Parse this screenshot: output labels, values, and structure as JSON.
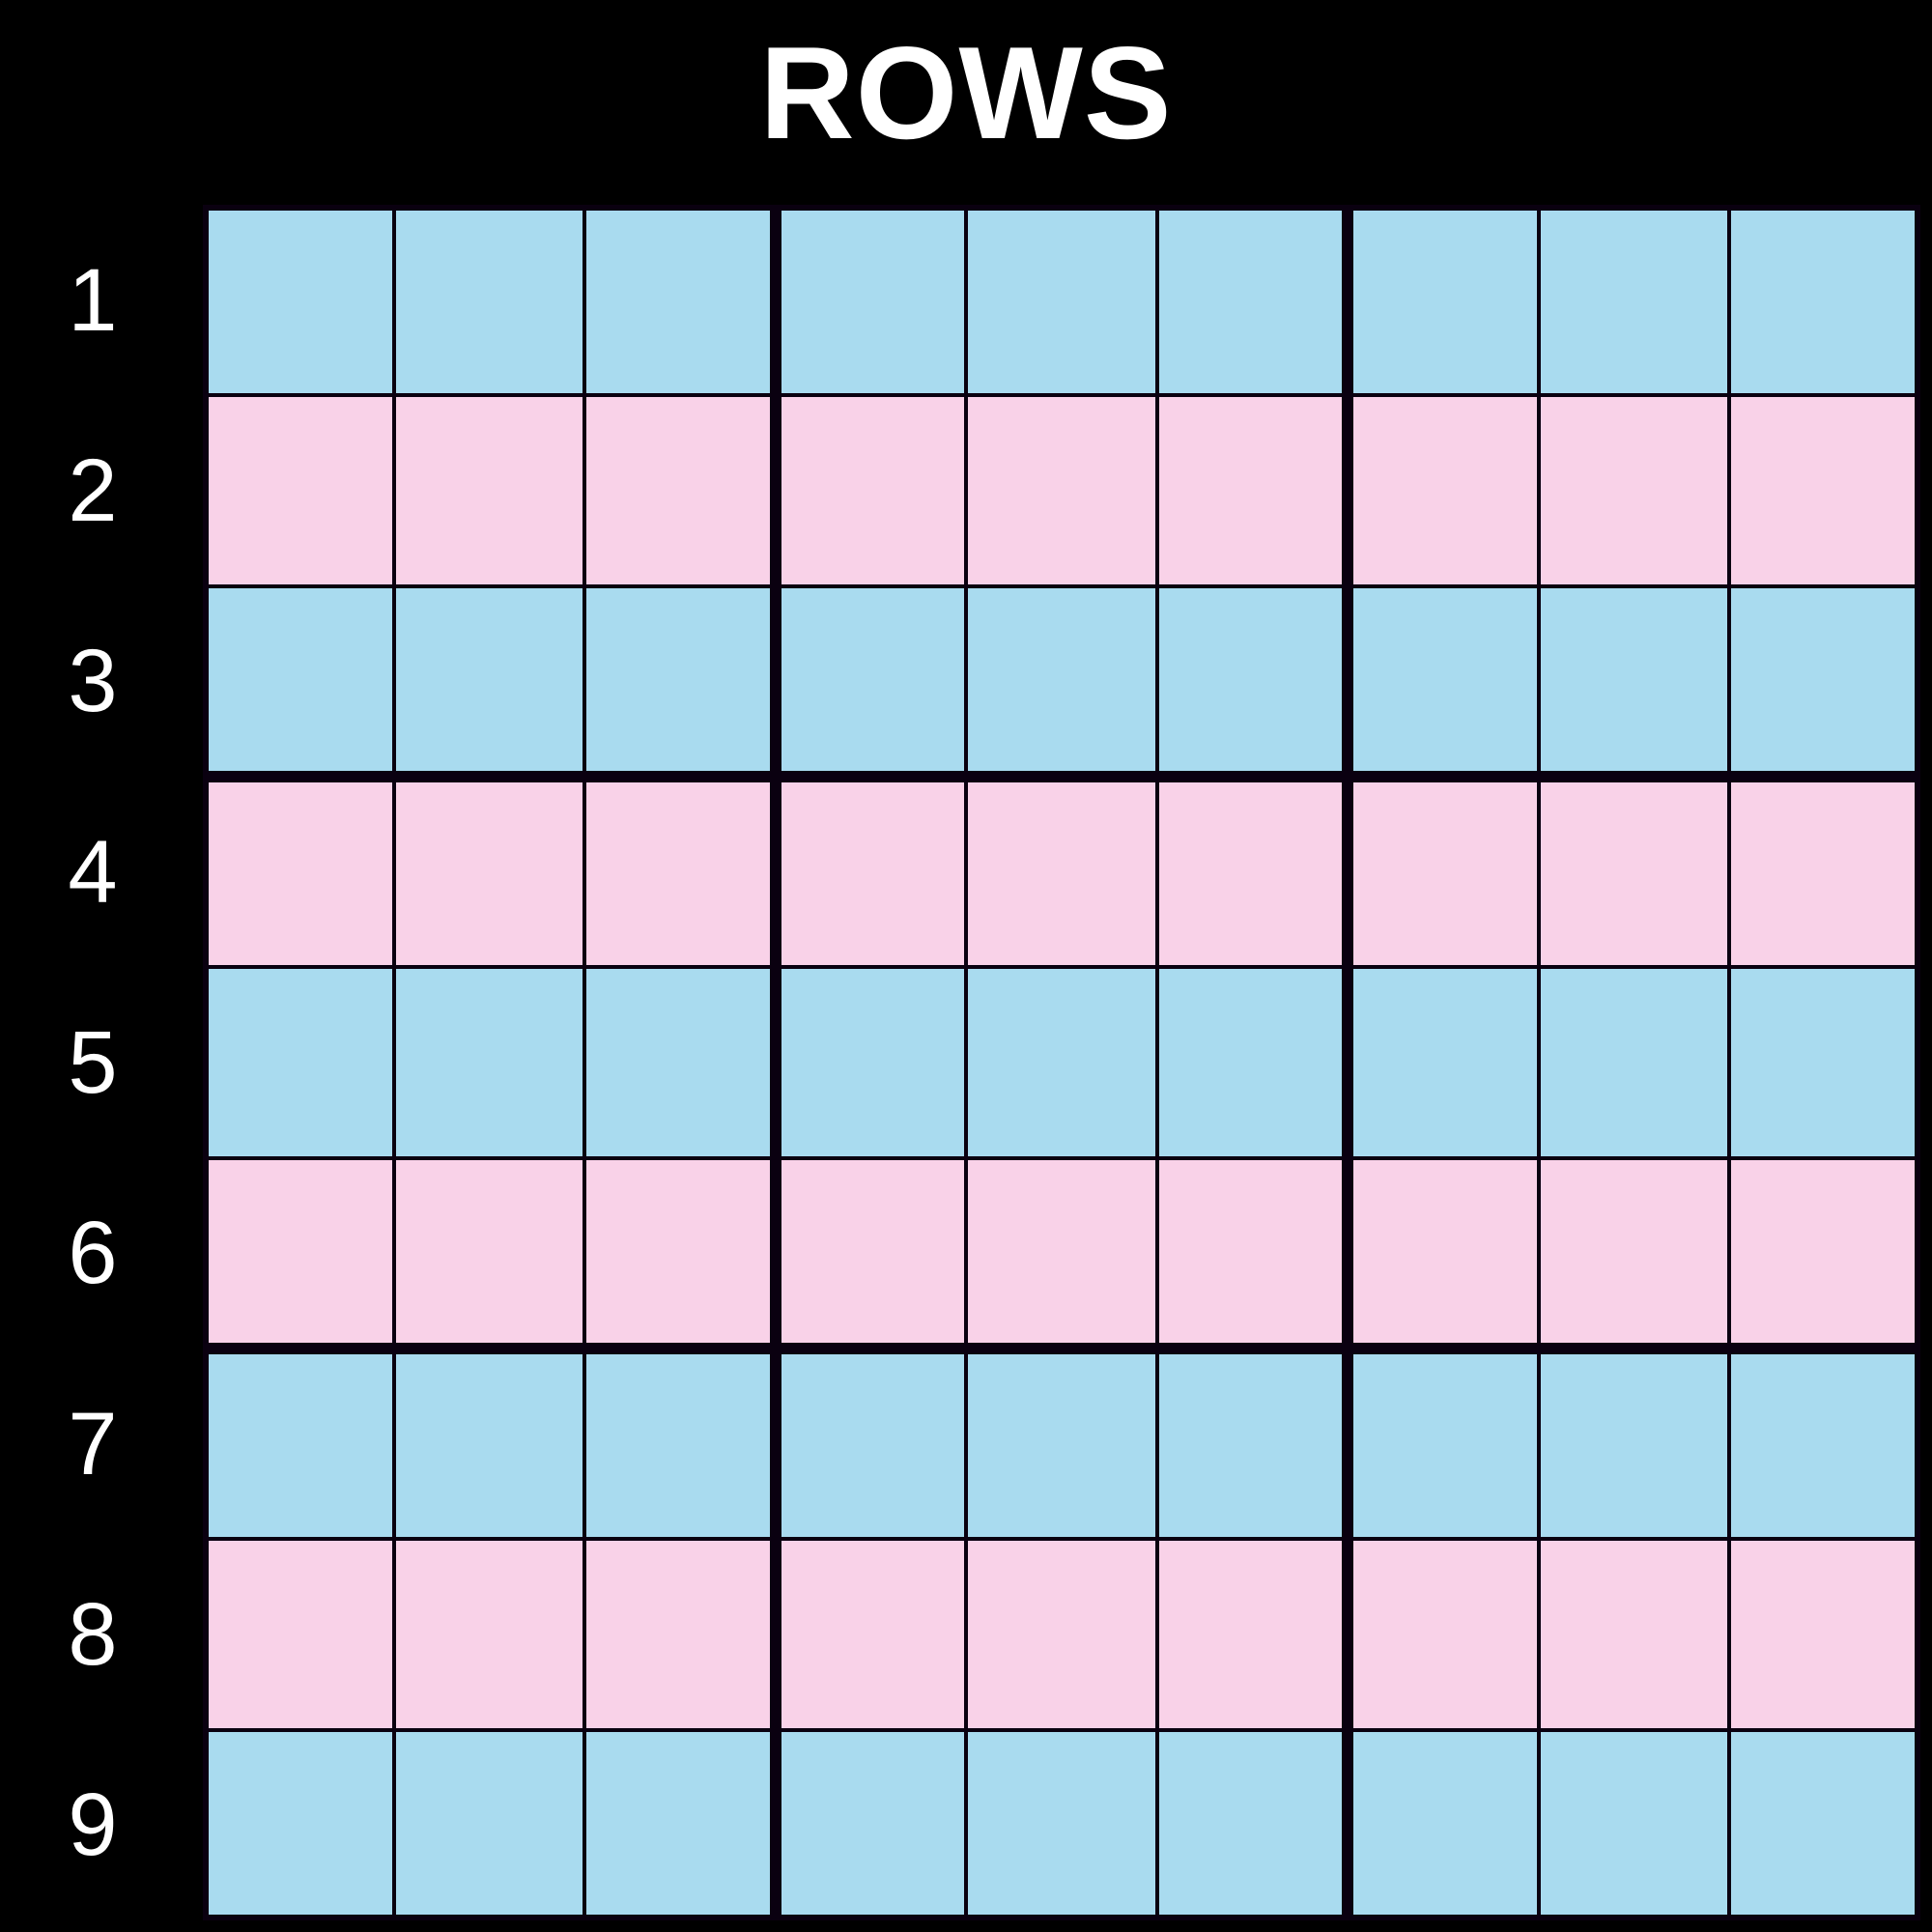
{
  "title": "ROWS",
  "grid": {
    "rows": 9,
    "cols": 9,
    "box_size": 3,
    "row_labels": [
      "1",
      "2",
      "3",
      "4",
      "5",
      "6",
      "7",
      "8",
      "9"
    ],
    "row_colors": [
      "blue",
      "pink",
      "blue",
      "pink",
      "blue",
      "pink",
      "blue",
      "pink",
      "blue"
    ],
    "palette": {
      "background": "#000000",
      "blue": "#a9dbef",
      "pink": "#f9d2e8",
      "gridline": "#0a0010",
      "label_text": "#ffffff",
      "title_text": "#ffffff"
    }
  },
  "chart_data": {
    "type": "heatmap",
    "title": "ROWS",
    "xlabel": "",
    "ylabel": "",
    "categories": [
      "1",
      "2",
      "3",
      "4",
      "5",
      "6",
      "7",
      "8",
      "9"
    ],
    "legend": [
      "blue",
      "pink"
    ],
    "grid": true,
    "values": [
      [
        "blue",
        "blue",
        "blue",
        "blue",
        "blue",
        "blue",
        "blue",
        "blue",
        "blue"
      ],
      [
        "pink",
        "pink",
        "pink",
        "pink",
        "pink",
        "pink",
        "pink",
        "pink",
        "pink"
      ],
      [
        "blue",
        "blue",
        "blue",
        "blue",
        "blue",
        "blue",
        "blue",
        "blue",
        "blue"
      ],
      [
        "pink",
        "pink",
        "pink",
        "pink",
        "pink",
        "pink",
        "pink",
        "pink",
        "pink"
      ],
      [
        "blue",
        "blue",
        "blue",
        "blue",
        "blue",
        "blue",
        "blue",
        "blue",
        "blue"
      ],
      [
        "pink",
        "pink",
        "pink",
        "pink",
        "pink",
        "pink",
        "pink",
        "pink",
        "pink"
      ],
      [
        "blue",
        "blue",
        "blue",
        "blue",
        "blue",
        "blue",
        "blue",
        "blue",
        "blue"
      ],
      [
        "pink",
        "pink",
        "pink",
        "pink",
        "pink",
        "pink",
        "pink",
        "pink",
        "pink"
      ],
      [
        "blue",
        "blue",
        "blue",
        "blue",
        "blue",
        "blue",
        "blue",
        "blue",
        "blue"
      ]
    ]
  }
}
